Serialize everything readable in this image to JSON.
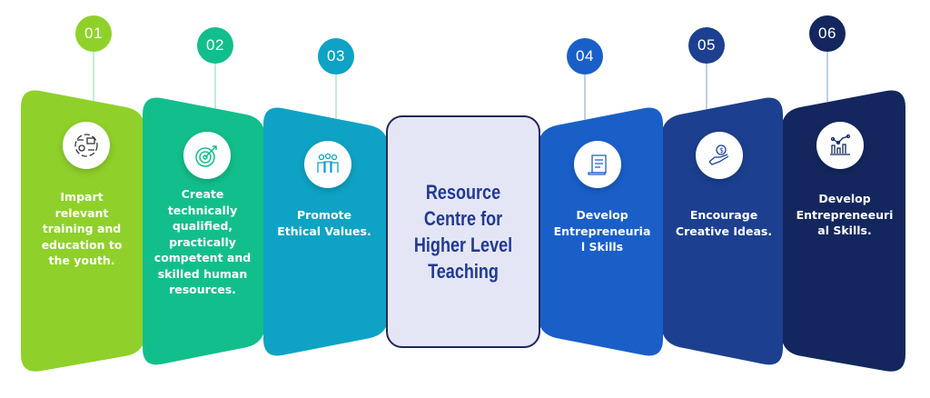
{
  "center": {
    "title": "Resource\nCentre for\nHigher Level\nTeaching"
  },
  "steps": [
    {
      "number": "01",
      "text": "Impart\nrelevant\ntraining and\neducation to\nthe youth.",
      "icon": "training-cycle-icon",
      "color": "#8fd12a"
    },
    {
      "number": "02",
      "text": "Create\ntechnically\nqualified,\npractically\ncompetent and\nskilled human\nresources.",
      "icon": "target-icon",
      "color": "#12bf8c"
    },
    {
      "number": "03",
      "text": "Promote\nEthical Values.",
      "icon": "people-group-icon",
      "color": "#0ea3c4"
    },
    {
      "number": "04",
      "text": "Develop\nEntrepreneuria\nl Skills",
      "icon": "scroll-document-icon",
      "color": "#1a5fc8"
    },
    {
      "number": "05",
      "text": "Encourage\nCreative Ideas.",
      "icon": "money-hand-icon",
      "color": "#1c3f8f"
    },
    {
      "number": "06",
      "text": "Develop\nEntrepreneeuri\nal Skills.",
      "icon": "growth-chart-icon",
      "color": "#13275e"
    }
  ]
}
